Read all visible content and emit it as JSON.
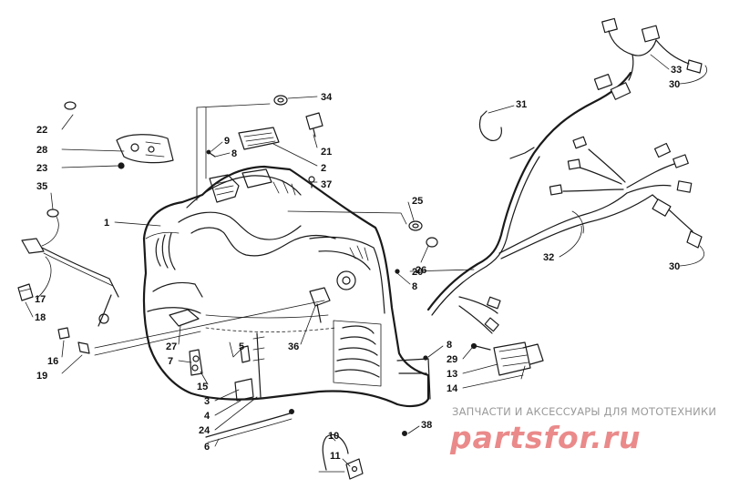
{
  "watermark": {
    "text_ru": "ЗАПЧАСТИ И АКСЕССУАРЫ ДЛЯ МОТОТЕХНИКИ",
    "logo": "partsfor.ru",
    "logo_color": "#ea8a8a"
  },
  "callouts": [
    {
      "id": "c34",
      "num": "34"
    },
    {
      "id": "c22",
      "num": "22"
    },
    {
      "id": "c28",
      "num": "28"
    },
    {
      "id": "c23",
      "num": "23"
    },
    {
      "id": "c9",
      "num": "9"
    },
    {
      "id": "c8a",
      "num": "8"
    },
    {
      "id": "c21",
      "num": "21"
    },
    {
      "id": "c2",
      "num": "2"
    },
    {
      "id": "c37",
      "num": "37"
    },
    {
      "id": "c35",
      "num": "35"
    },
    {
      "id": "c1",
      "num": "1"
    },
    {
      "id": "c25",
      "num": "25"
    },
    {
      "id": "c26",
      "num": "26"
    },
    {
      "id": "c20",
      "num": "20"
    },
    {
      "id": "c8b",
      "num": "8"
    },
    {
      "id": "c17",
      "num": "17"
    },
    {
      "id": "c18",
      "num": "18"
    },
    {
      "id": "c16",
      "num": "16"
    },
    {
      "id": "c19",
      "num": "19"
    },
    {
      "id": "c27",
      "num": "27"
    },
    {
      "id": "c7",
      "num": "7"
    },
    {
      "id": "c15",
      "num": "15"
    },
    {
      "id": "c5",
      "num": "5"
    },
    {
      "id": "c3",
      "num": "3"
    },
    {
      "id": "c4",
      "num": "4"
    },
    {
      "id": "c24",
      "num": "24"
    },
    {
      "id": "c36",
      "num": "36"
    },
    {
      "id": "c6",
      "num": "6"
    },
    {
      "id": "c10",
      "num": "10"
    },
    {
      "id": "c11",
      "num": "11"
    },
    {
      "id": "c38",
      "num": "38"
    },
    {
      "id": "c8c",
      "num": "8"
    },
    {
      "id": "c29",
      "num": "29"
    },
    {
      "id": "c13",
      "num": "13"
    },
    {
      "id": "c14",
      "num": "14"
    },
    {
      "id": "c31",
      "num": "31"
    },
    {
      "id": "c33",
      "num": "33"
    },
    {
      "id": "c30a",
      "num": "30"
    },
    {
      "id": "c32",
      "num": "32"
    },
    {
      "id": "c30b",
      "num": "30"
    }
  ]
}
